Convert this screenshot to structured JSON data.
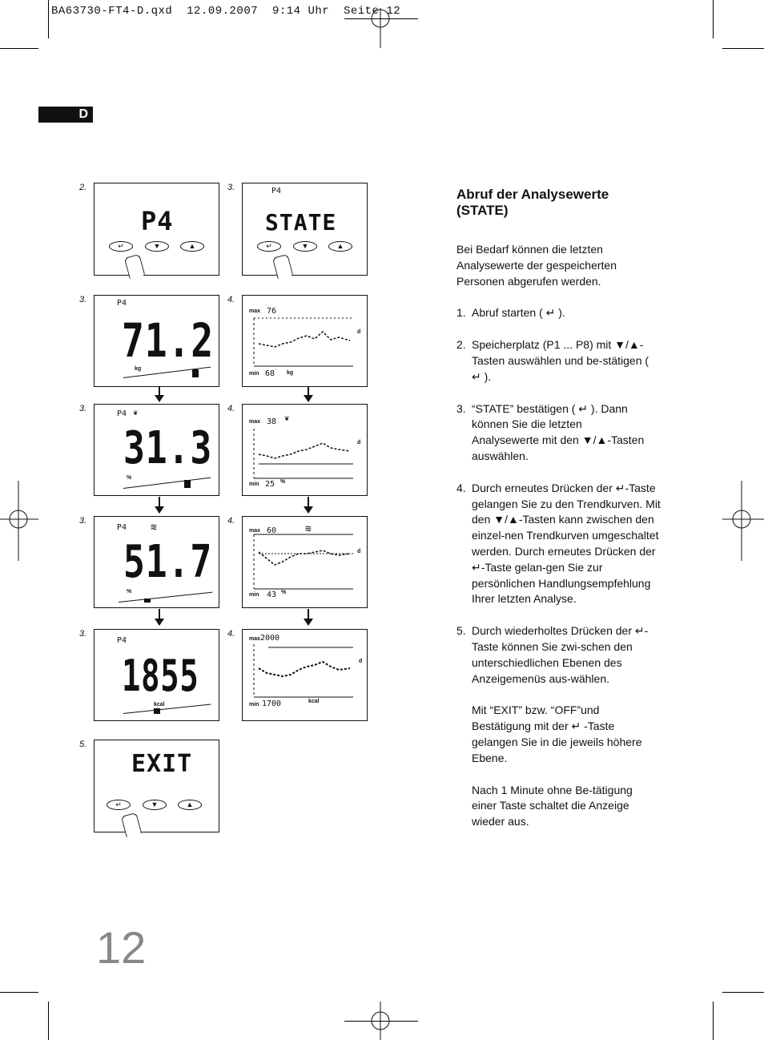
{
  "header": {
    "file_line": "BA63730-FT4-D.qxd  12.09.2007  9:14 Uhr  Seite 12"
  },
  "lang_tab": "D",
  "page_number": "12",
  "diagram": {
    "steps": {
      "s2": "2.",
      "s3": "3.",
      "s4": "4.",
      "s5": "5."
    },
    "lcd": {
      "p4": "P4",
      "state": "STATE",
      "exit": "EXIT",
      "val_weight": "71.2",
      "val_fat": "31.3",
      "val_water": "51.7",
      "val_kcal": "1855",
      "unit_kg": "kg",
      "unit_pct": "%",
      "unit_kcal": "kcal",
      "sym_water": "≋",
      "sym_fat": "❦"
    },
    "trend": {
      "max": "max",
      "min": "min",
      "d": "d",
      "weight_max": "76",
      "weight_min": "68",
      "fat_max": "38",
      "fat_min": "25",
      "water_max": "60",
      "water_min": "43",
      "kcal_max": "2000",
      "kcal_min": "1700"
    },
    "buttons": {
      "enter": "↵",
      "down": "▼",
      "up": "▲"
    }
  },
  "text": {
    "title": "Abruf der Analysewerte (STATE)",
    "intro": "Bei Bedarf können die letzten Analysewerte der gespeicherten Personen abgerufen werden.",
    "items": [
      {
        "num": "1.",
        "text": "Abruf starten ( ↵ )."
      },
      {
        "num": "2.",
        "text": "Speicherplatz (P1 ... P8) mit ▼/▲-Tasten auswählen und be-stätigen ( ↵ )."
      },
      {
        "num": "3.",
        "text": "“STATE” bestätigen ( ↵ ). Dann können Sie die letzten Analysewerte  mit den ▼/▲-Tasten auswählen."
      },
      {
        "num": "4.",
        "text": "Durch erneutes Drücken der ↵-Taste gelangen Sie zu den Trendkurven. Mit den ▼/▲-Tasten kann zwischen den einzel-nen Trendkurven umgeschaltet werden. Durch erneutes Drücken der ↵-Taste gelan-gen Sie zur persönlichen Handlungsempfehlung Ihrer letzten Analyse."
      },
      {
        "num": "5.",
        "text": "Durch wiederholtes Drücken der ↵-Taste können Sie zwi-schen den unterschiedlichen Ebenen des Anzeigemenüs aus-wählen."
      }
    ],
    "para_exit": "Mit “EXIT” bzw. “OFF”und Bestätigung mit der ↵ -Taste gelangen Sie in die jeweils höhere Ebene.",
    "para_off": "Nach 1 Minute ohne Be-tätigung einer Taste schaltet die Anzeige wieder aus."
  }
}
